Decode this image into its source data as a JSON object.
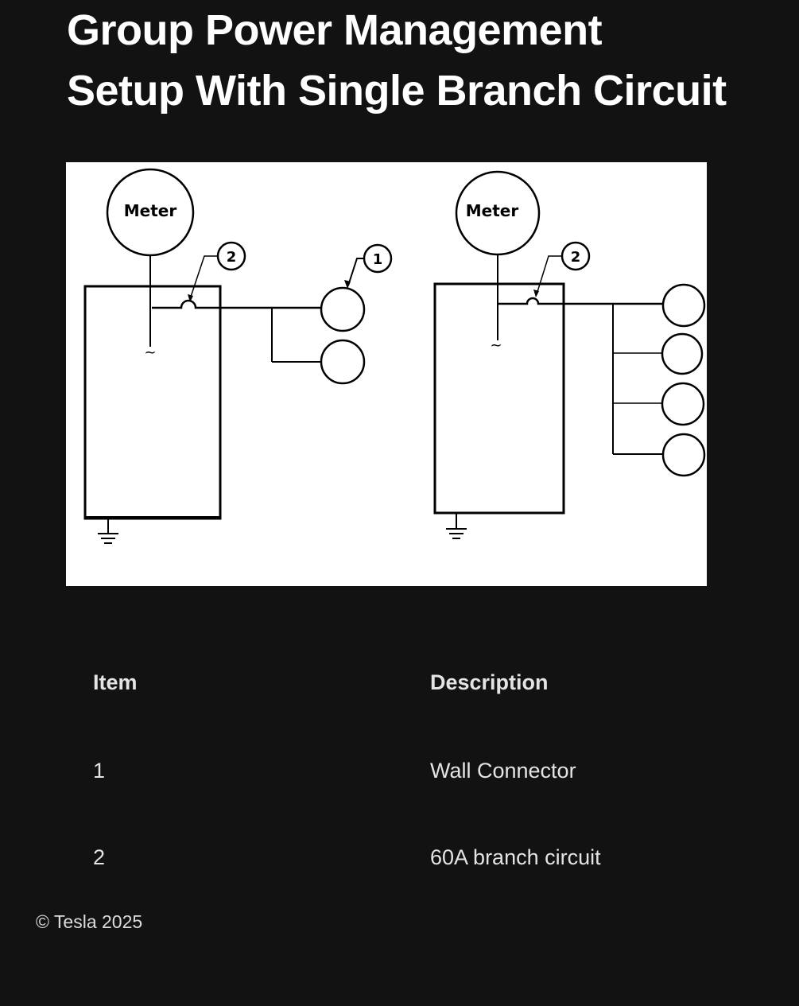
{
  "page": {
    "title_line1": "Group Power Management",
    "title_line2": "Setup With Single Branch Circuit"
  },
  "diagram": {
    "left": {
      "meter_label": "Meter",
      "callout_breaker": "2",
      "callout_connector": "1"
    },
    "right": {
      "meter_label": "Meter",
      "callout_breaker": "2"
    }
  },
  "table": {
    "headers": {
      "item": "Item",
      "description": "Description"
    },
    "rows": [
      {
        "item": "1",
        "description": "Wall Connector"
      },
      {
        "item": "2",
        "description": "60A branch circuit"
      }
    ]
  },
  "footer": {
    "copyright": "© Tesla 2025"
  },
  "colors": {
    "background": "#121212",
    "text": "#ffffff",
    "table_text": "#e4e4e4",
    "diagram_bg": "#ffffff",
    "line": "#000000"
  }
}
